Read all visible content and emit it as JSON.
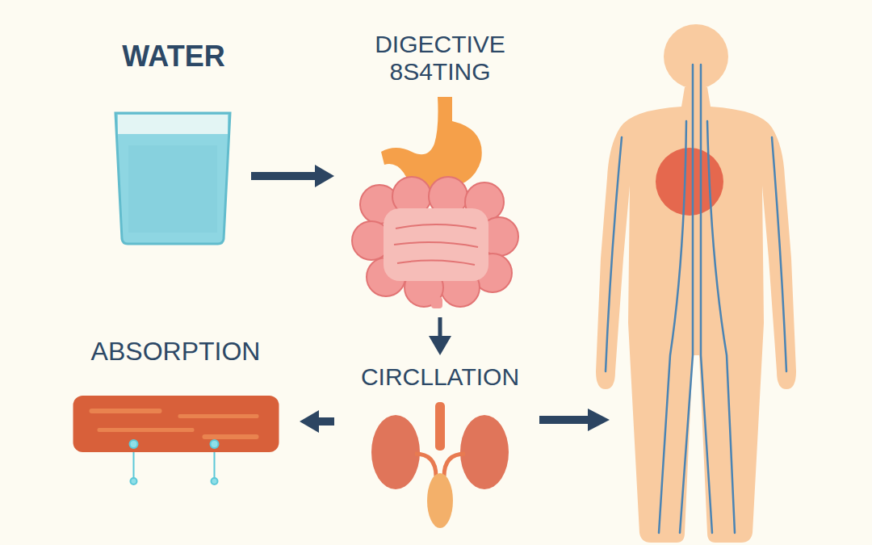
{
  "diagram": {
    "nodes": [
      {
        "text": [
          "WATER"
        ]
      },
      {
        "text": [
          "DIGECTIVE 8S4TING"
        ]
      },
      {
        "text": [
          "ABSORPTION"
        ]
      },
      {
        "text": [
          "CIRCLLATION"
        ]
      }
    ],
    "edges": [
      {
        "from": 0,
        "to": 1,
        "arrow": "to"
      },
      {
        "from": 1,
        "to": 3,
        "arrow": "to"
      },
      {
        "from": 3,
        "to": 2,
        "arrow": "to"
      }
    ]
  }
}
